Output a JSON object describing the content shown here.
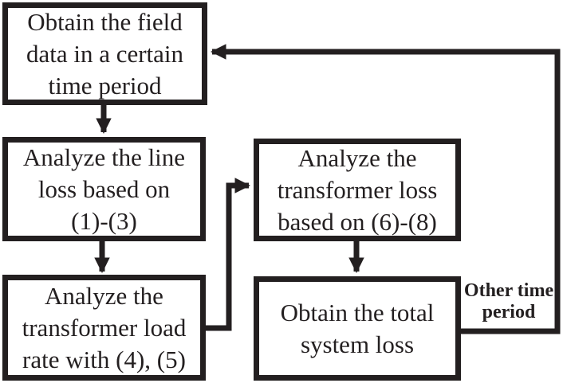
{
  "diagram": {
    "type": "flowchart",
    "colors": {
      "ink": "#231f20",
      "background": "#ffffff"
    },
    "boxes": {
      "obtain_field_data": {
        "text": "Obtain the field\ndata in a certain\ntime period"
      },
      "analyze_line_loss": {
        "text": "Analyze the line\nloss based on\n(1)-(3)"
      },
      "analyze_transformer_load_rate": {
        "text": "Analyze the\ntransformer load\nrate with (4), (5)"
      },
      "analyze_transformer_loss": {
        "text": "Analyze the\ntransformer loss\nbased on (6)-(8)"
      },
      "obtain_total_system_loss": {
        "text": "Obtain the total\nsystem loss"
      }
    },
    "edge_label": {
      "text": "Other time\nperiod"
    },
    "arrows": [
      {
        "from": "obtain_field_data",
        "to": "analyze_line_loss"
      },
      {
        "from": "analyze_line_loss",
        "to": "analyze_transformer_load_rate"
      },
      {
        "from": "analyze_transformer_load_rate",
        "to": "analyze_transformer_loss"
      },
      {
        "from": "analyze_transformer_loss",
        "to": "obtain_total_system_loss"
      },
      {
        "from": "obtain_total_system_loss",
        "to": "obtain_field_data",
        "label": "Other time period"
      }
    ]
  }
}
